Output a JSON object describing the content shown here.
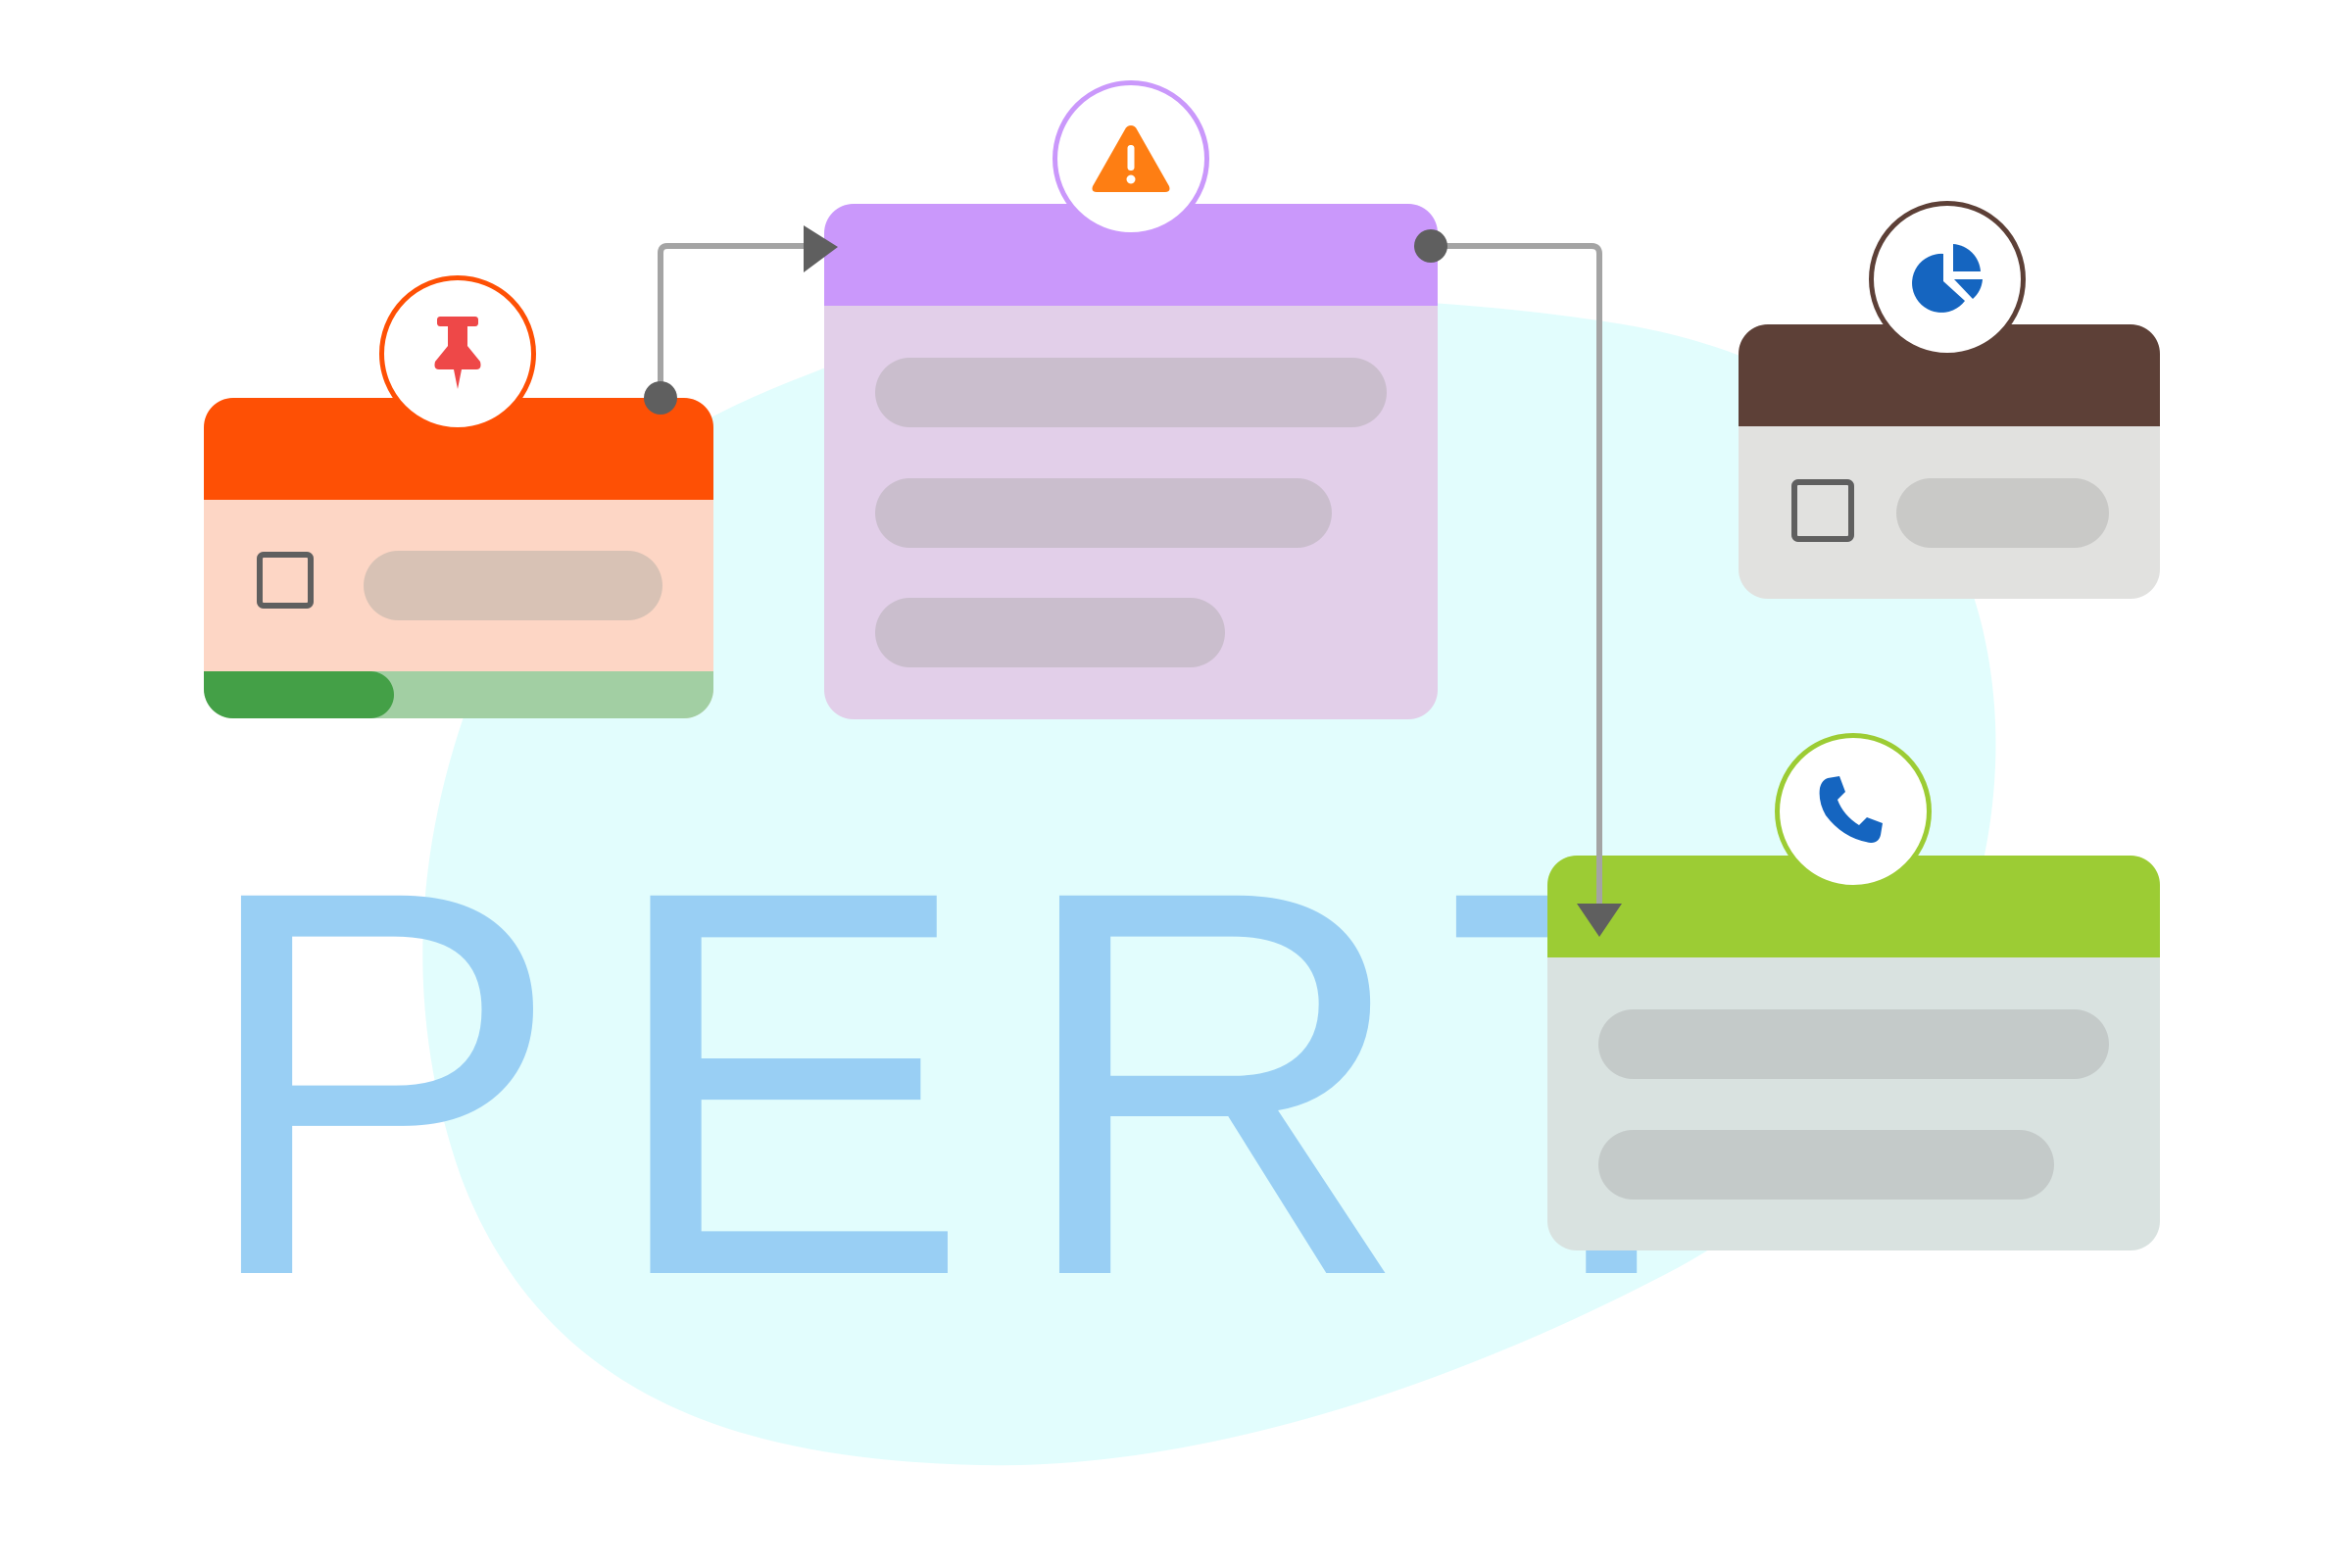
{
  "title": "PERT",
  "colors": {
    "blob": "#e2fdfd",
    "connector": "#a4a4a4",
    "connector_end": "#5f5f5f",
    "title": "#99cff4"
  },
  "tasks": [
    {
      "id": "task-1",
      "icon": "pushpin-icon",
      "header_color": "#fe5005",
      "body_color": "#fdd6c5",
      "ring_color": "#fe5005",
      "has_checkbox": true,
      "bar_count": 1,
      "progress": 0.36
    },
    {
      "id": "task-2",
      "icon": "warning-icon",
      "header_color": "#ca98fb",
      "body_color": "#e2cfe9",
      "ring_color": "#ca98fb",
      "has_checkbox": false,
      "bar_count": 3
    },
    {
      "id": "task-3",
      "icon": "pie-chart-icon",
      "header_color": "#5d4037",
      "body_color": "#e1e1df",
      "ring_color": "#5d4037",
      "has_checkbox": true,
      "bar_count": 1
    },
    {
      "id": "task-4",
      "icon": "phone-icon",
      "header_color": "#9ccc34",
      "body_color": "#d9e2e0",
      "ring_color": "#9ccc34",
      "has_checkbox": false,
      "bar_count": 2
    }
  ],
  "dependencies": [
    {
      "from": "task-1",
      "to": "task-2"
    },
    {
      "from": "task-2",
      "to": "task-4"
    }
  ]
}
